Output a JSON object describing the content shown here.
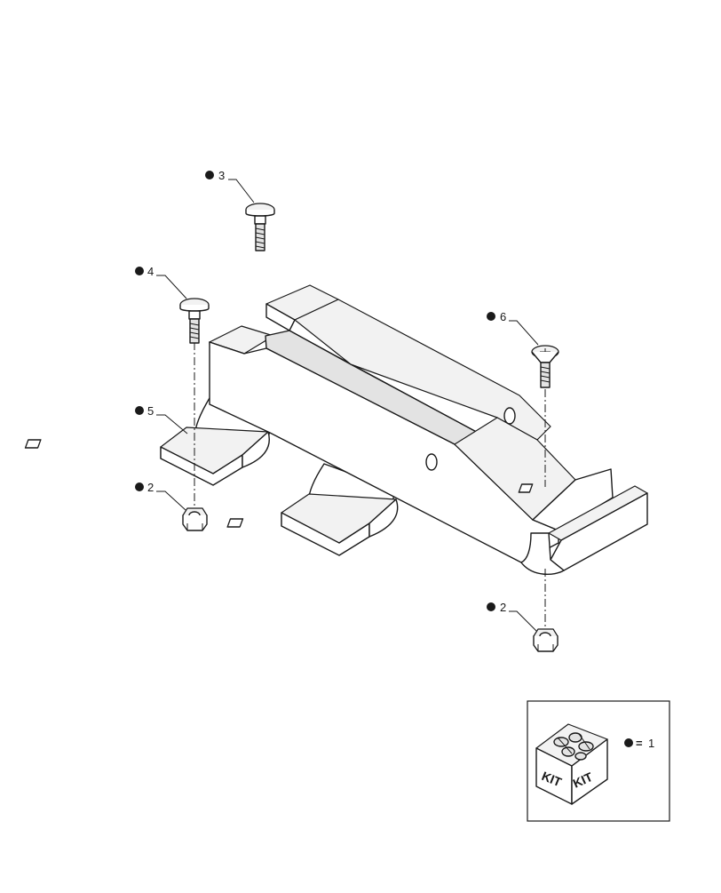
{
  "callouts": {
    "c3": "3",
    "c4": "4",
    "c5": "5",
    "c6": "6",
    "c2a": "2",
    "c2b": "2"
  },
  "kit": {
    "box_text_left": "KIT",
    "box_text_right": "KIT",
    "equals": "=",
    "number": "1"
  }
}
